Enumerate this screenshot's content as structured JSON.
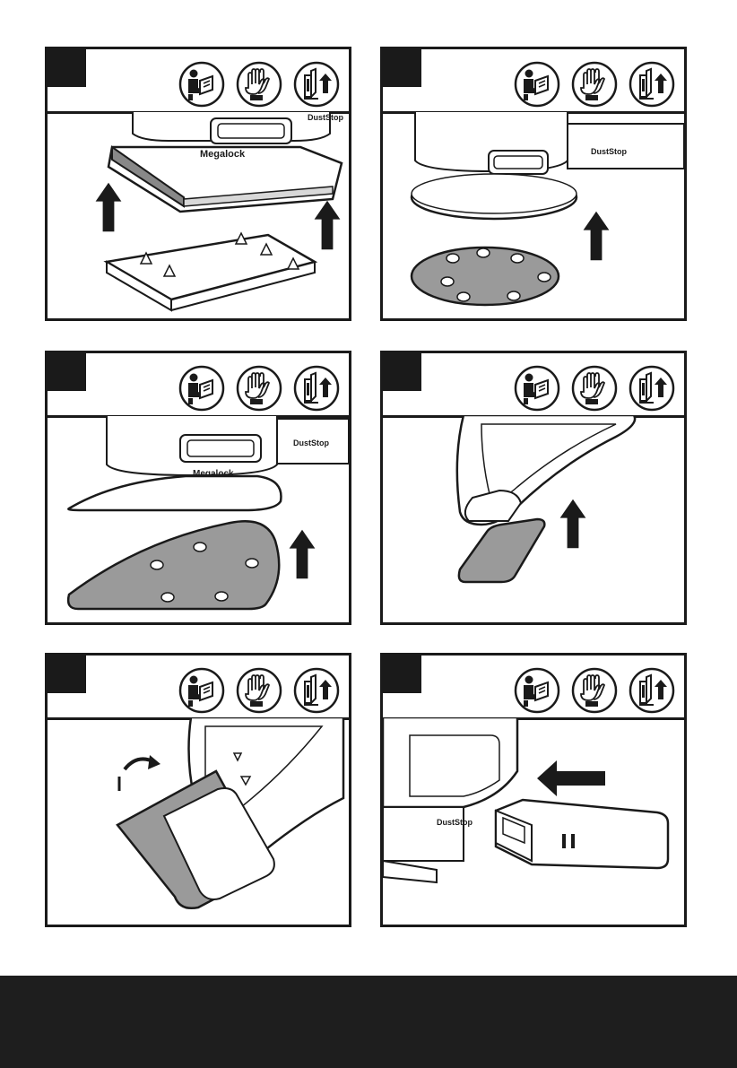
{
  "page": {
    "title": ""
  },
  "colors": {
    "ink": "#1a1a1a",
    "paper": "#ffffff",
    "sandpaper": "#9a9a9a",
    "footer": "#1e1e1e"
  },
  "safety_icons": [
    "read-manual-icon",
    "wear-gloves-icon",
    "remove-battery-icon"
  ],
  "panels": [
    {
      "id": "a",
      "step_label": "",
      "content": "rectangular-sanding-plate-attach",
      "brand_texts": [
        "Megalock",
        "DustStop"
      ]
    },
    {
      "id": "b",
      "step_label": "",
      "content": "round-sanding-disc-attach",
      "brand_texts": [
        "DustStop"
      ]
    },
    {
      "id": "c",
      "step_label": "",
      "content": "delta-sanding-sheet-attach",
      "brand_texts": [
        "Megalock",
        "DustStop"
      ]
    },
    {
      "id": "d",
      "step_label": "",
      "content": "finger-sheet-attach"
    },
    {
      "id": "e",
      "step_label": "",
      "content": "finger-sheet-rotate"
    },
    {
      "id": "f",
      "step_label": "",
      "content": "dust-box-insert",
      "brand_texts": [
        "DustStop"
      ]
    }
  ]
}
